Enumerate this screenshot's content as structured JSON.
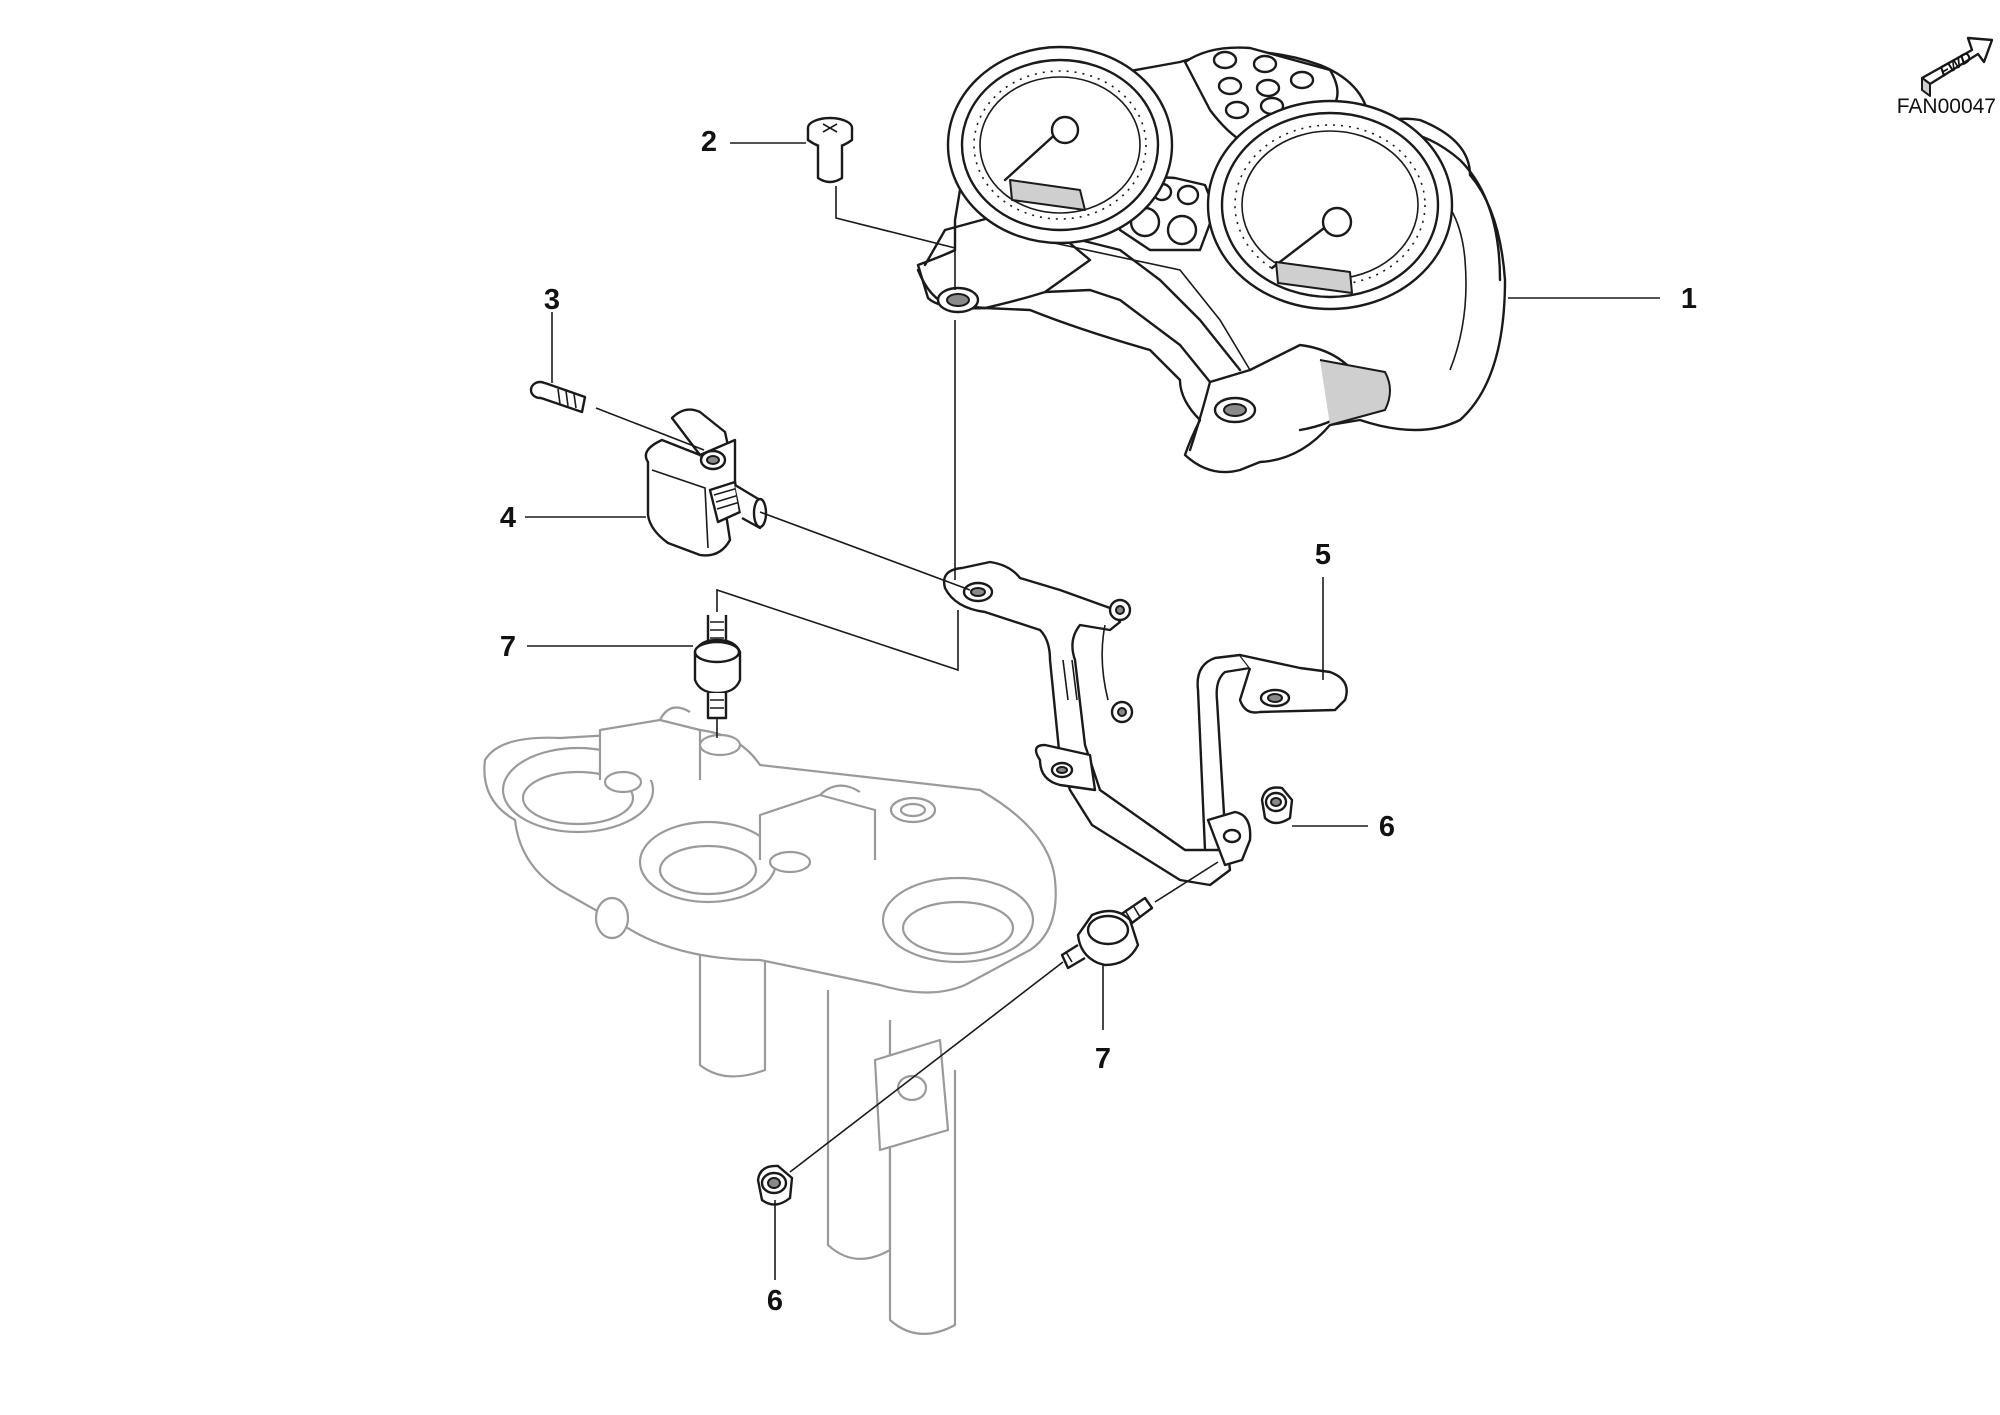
{
  "diagram": {
    "reference_code": "FAN00047",
    "direction_label": "FWD",
    "callouts": {
      "c1": "1",
      "c2": "2",
      "c3": "3",
      "c4": "4",
      "c5": "5",
      "c6a": "6",
      "c6b": "6",
      "c7a": "7",
      "c7b": "7"
    }
  }
}
